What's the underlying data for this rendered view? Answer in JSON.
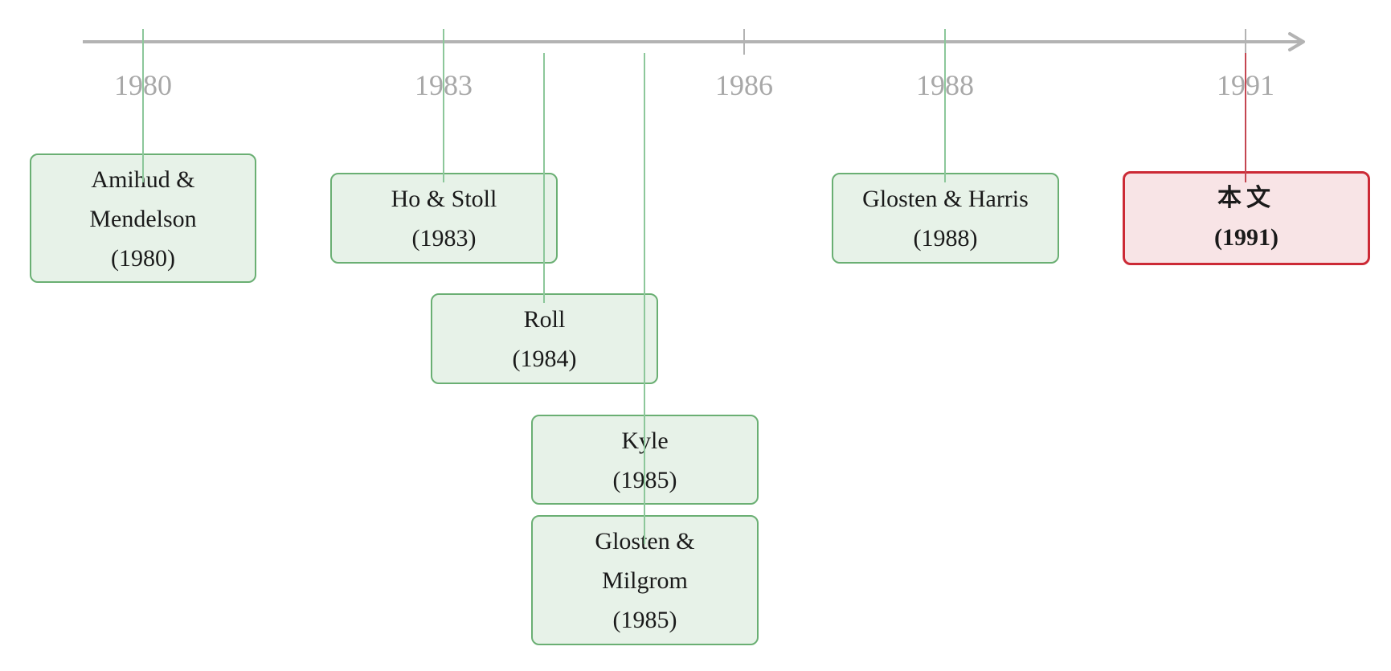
{
  "axis": {
    "years": [
      "1980",
      "1983",
      "1986",
      "1988",
      "1991"
    ],
    "colors": {
      "axis": "#b3b3b3",
      "tick_label": "#a8a8a8",
      "connector": "#8cc79a",
      "highlight_connector": "#c44651"
    }
  },
  "events": [
    {
      "name": "Amihud & Mendelson",
      "year": "(1980)",
      "highlight": false
    },
    {
      "name": "Ho & Stoll",
      "year": "(1983)",
      "highlight": false
    },
    {
      "name": "Roll",
      "year": "(1984)",
      "highlight": false
    },
    {
      "name": "Kyle",
      "year": "(1985)",
      "highlight": false
    },
    {
      "name": "Glosten & Milgrom",
      "year": "(1985)",
      "highlight": false
    },
    {
      "name": "Glosten & Harris",
      "year": "(1988)",
      "highlight": false
    },
    {
      "name": "本文",
      "year": "(1991)",
      "highlight": true
    }
  ],
  "colors": {
    "card_fill": "#e7f2e8",
    "card_border": "#6aaf73",
    "highlight_fill": "#f8e4e6",
    "highlight_border": "#cc2a36"
  }
}
